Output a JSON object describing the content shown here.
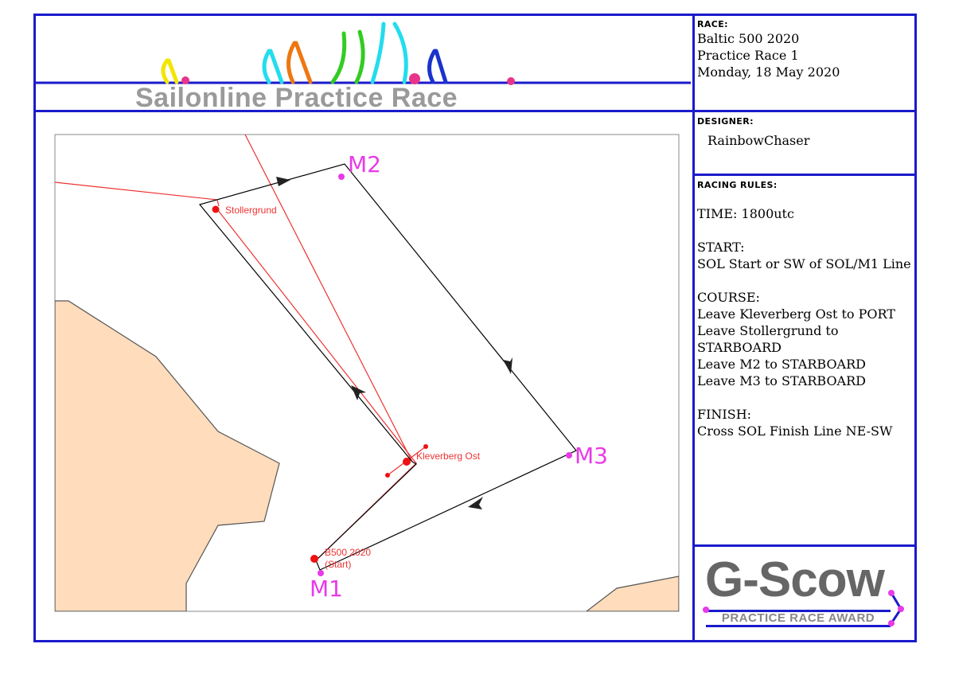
{
  "header": {
    "banner_title": "Sailonline Practice Race"
  },
  "race": {
    "label": "RACE:",
    "lines": [
      "Baltic 500 2020",
      "Practice Race 1",
      "Monday, 18 May 2020"
    ]
  },
  "designer": {
    "label": "DESIGNER:",
    "name": "RainbowChaser"
  },
  "rules": {
    "label": "RACING RULES:",
    "time": "TIME: 1800utc",
    "start_heading": "START:",
    "start_text": "SOL Start or SW of SOL/M1 Line",
    "course_heading": "COURSE:",
    "course_lines": [
      "Leave Kleverberg Ost to PORT",
      "Leave Stollergrund to",
      "STARBOARD",
      "Leave M2 to STARBOARD",
      "Leave M3 to STARBOARD"
    ],
    "finish_heading": "FINISH:",
    "finish_text": "Cross SOL Finish Line NE-SW"
  },
  "award": {
    "logo_text": "G-Scow",
    "subtitle": "PRACTICE RACE AWARD"
  },
  "map": {
    "marks": {
      "m1": "M1",
      "m2": "M2",
      "m3": "M3"
    },
    "places": {
      "stollergrund": "Stollergrund",
      "kleverberg": "Kleverberg Ost",
      "start_line1": "B500 2020",
      "start_line2": "(Start)"
    },
    "colors": {
      "land": "#fedcbc",
      "route": "#000000",
      "marks": "#e83ae8",
      "waypoints": "#ee1111"
    }
  }
}
